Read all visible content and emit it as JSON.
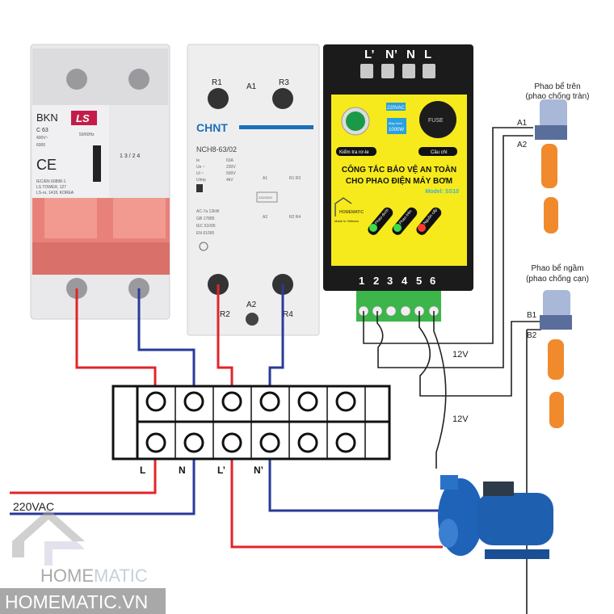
{
  "breaker": {
    "brand": "BKN",
    "logo": "LS",
    "rating": "C 63",
    "voltage": "400V~",
    "freq": "50/60Hz",
    "code": "6000",
    "standard": "IEC/EN 60898-1",
    "address1": "LS TOWER, 127",
    "address2": "LS-ro, 141fl, KOREA",
    "ce": "CE",
    "pole_marks": "1 3 / 2 4"
  },
  "contactor": {
    "brand": "CHNT",
    "model": "NCH8-63/02",
    "top_labels": [
      "R1",
      "A1",
      "R3"
    ],
    "bottom_labels": [
      "R2",
      "A2",
      "R4"
    ],
    "specs": [
      [
        "Ie",
        "63A"
      ],
      [
        "Ue ~",
        "230V"
      ],
      [
        "Ui ~",
        "500V"
      ],
      [
        "Uimp",
        "4kV"
      ]
    ],
    "specs2": [
      "AC-7a   12kW",
      "GB 17885",
      "IEC 61095",
      "EN 61095"
    ],
    "schematic": {
      "a1": "A1",
      "a2": "A2",
      "r13": "R1 R3",
      "r24": "R2 R4",
      "coil": "230/230V"
    }
  },
  "controller": {
    "top_terminals": [
      "L’",
      "N’",
      "N",
      "L"
    ],
    "test_button_label": "Kiểm tra rơ-le",
    "fuse_label": "Cầu chì",
    "fuse_text": "FUSE",
    "voltage_badge": "220VAC",
    "power_badge_line1": "Máy bơm",
    "power_badge_line2": "1000W",
    "title_line1": "CÔNG TẮC BẢO VỆ AN TOÀN",
    "title_line2": "CHO PHAO ĐIỆN MÁY BƠM",
    "model": "Model: SS10",
    "brand": "HOMEMATIC",
    "made_in": "Made in Vietnam",
    "leds": [
      {
        "label": "Phao dưới",
        "color": "#3ddc4a"
      },
      {
        "label": "Phao trên",
        "color": "#3ddc4a"
      },
      {
        "label": "Nguồn cấp",
        "color": "#ff3b2f"
      }
    ],
    "bottom_terminals": [
      "1",
      "2",
      "3",
      "4",
      "5",
      "6"
    ]
  },
  "floats": {
    "upper": {
      "title": "Phao bể trên",
      "subtitle": "(phao chống tràn)",
      "t1": "A1",
      "t2": "A2"
    },
    "lower": {
      "title": "Phao bể ngầm",
      "subtitle": "(phao chống cạn)",
      "t1": "B1",
      "t2": "B2"
    }
  },
  "wire_labels": {
    "v12_a": "12V",
    "v12_b": "12V",
    "supply": "220VAC"
  },
  "terminal_block": {
    "labels": [
      "L",
      "N",
      "L’",
      "N’"
    ]
  },
  "colors": {
    "live": "#e0252b",
    "neutral": "#2a3a9a",
    "signal": "#222222",
    "panel_yellow": "#f6ea1c",
    "terminal_green": "#3cb54a"
  },
  "watermark": {
    "logo_text_dark": "HOME",
    "logo_text_light": "MATIC",
    "site": "HOMEMATIC.VN"
  }
}
